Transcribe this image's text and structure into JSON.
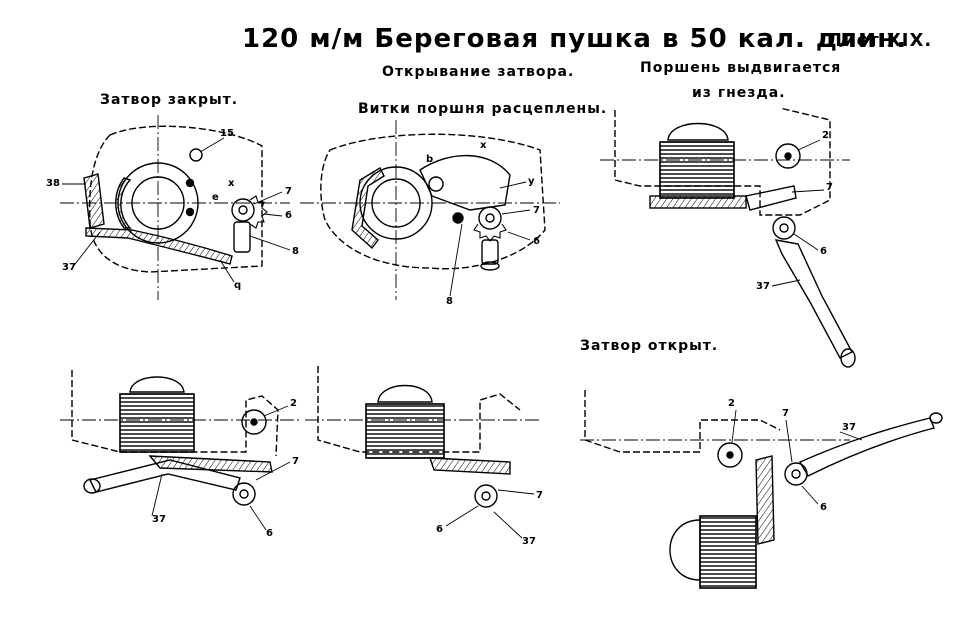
{
  "header": {
    "title": "120 м/м Береговая пушка в 50 кал. длин.",
    "sheet": "Лист XIX."
  },
  "captions": {
    "closed": "Затвор закрыт.",
    "opening": "Открывание затвора.",
    "threads": "Витки поршня расцеплены.",
    "piston_line1": "Поршень выдвигается",
    "piston_line2": "из гнезда.",
    "open": "Затвор открыт."
  },
  "labels": {
    "fig1": {
      "n15": "15",
      "n38": "38",
      "x": "x",
      "e": "e",
      "n7": "7",
      "n6": "6",
      "n8": "8",
      "n37": "37",
      "q": "q"
    },
    "fig2": {
      "b": "b",
      "x": "x",
      "y": "y",
      "n7": "7",
      "n6": "6",
      "n8": "8"
    },
    "fig3": {
      "n2": "2",
      "n7": "7",
      "n6": "6",
      "n37": "37"
    },
    "fig4": {
      "n2": "2",
      "n7": "7",
      "n37": "37",
      "n6": "6"
    },
    "fig5": {
      "n7": "7",
      "n6": "6",
      "n37": "37"
    },
    "fig6": {
      "n2": "2",
      "n7": "7",
      "n37": "37",
      "n6": "6"
    }
  }
}
